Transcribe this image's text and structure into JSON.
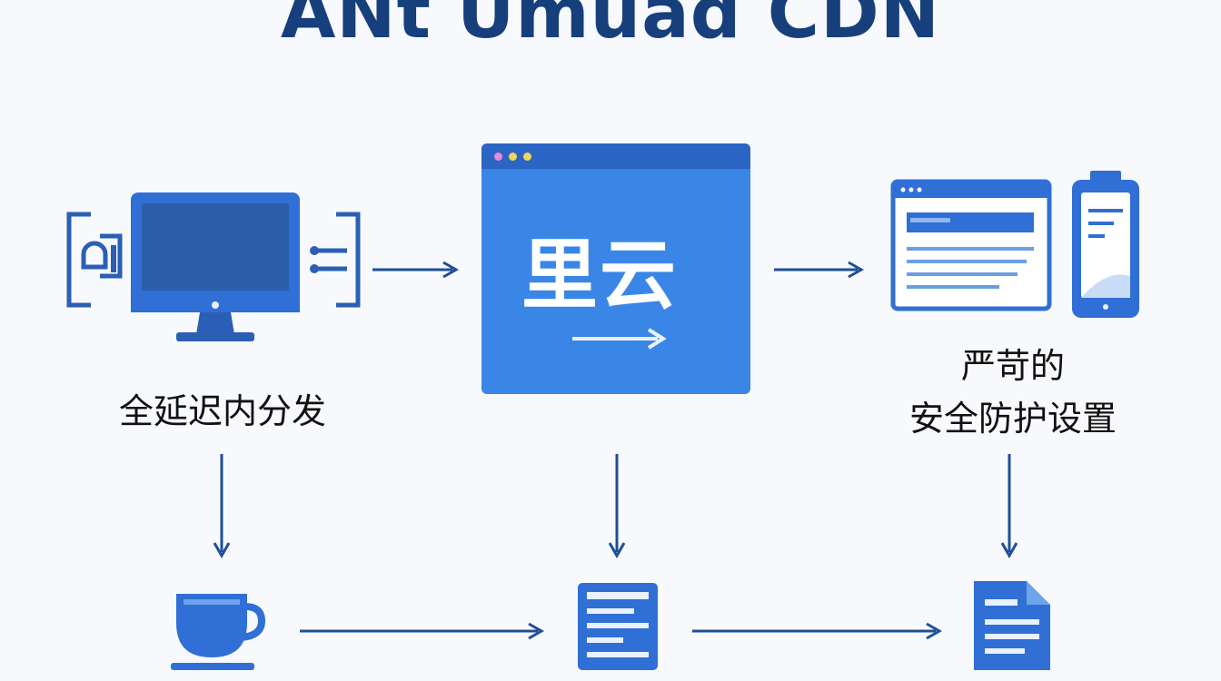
{
  "title": "ANt Umuad CDN",
  "nodes": {
    "left": {
      "label": "全延迟内分发"
    },
    "center": {
      "text": "里云"
    },
    "right": {
      "label_line1": "严苛的",
      "label_line2": "安全防护设置"
    }
  },
  "colors": {
    "primary": "#2f6fd6",
    "dark": "#1f4f96",
    "accent": "#3f86e8",
    "light": "#e9f1fc"
  }
}
